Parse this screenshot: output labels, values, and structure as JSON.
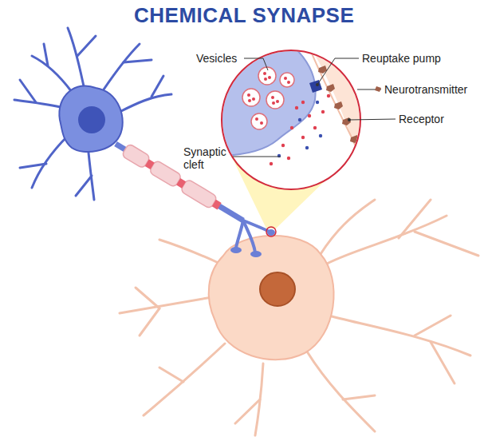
{
  "diagram": {
    "title": "CHEMICAL SYNAPSE",
    "labels": [
      "Vesicles",
      "Reuptake pump",
      "Neurotransmitter",
      "Receptor",
      "Synaptic cleft"
    ]
  }
}
